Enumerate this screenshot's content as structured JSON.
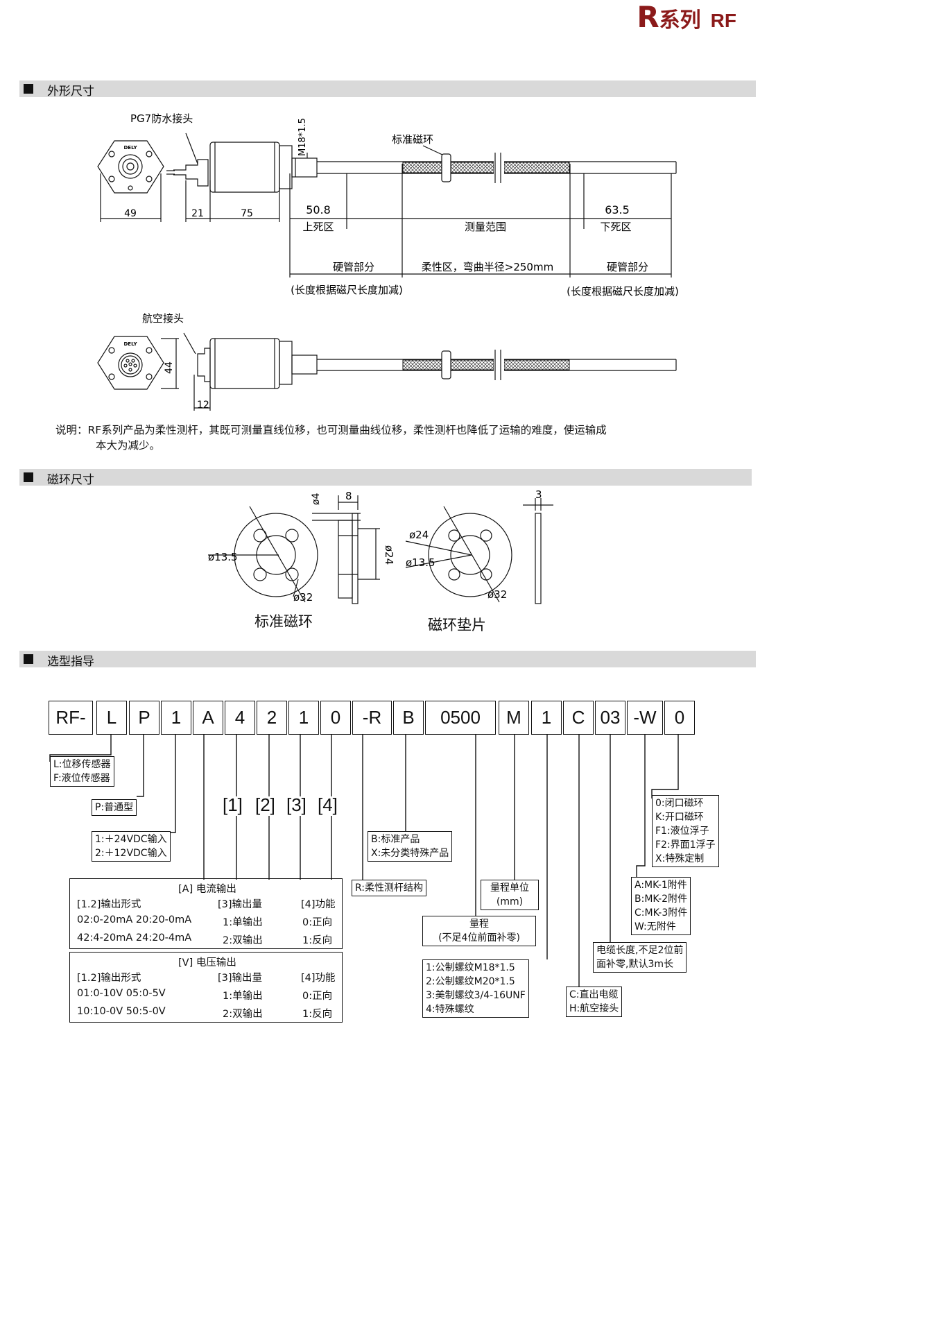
{
  "header": {
    "r": "R",
    "series": "系列",
    "model": "RF"
  },
  "sections": {
    "dims": "外形尺寸",
    "ring": "磁环尺寸",
    "select": "选型指导"
  },
  "drawing1": {
    "connector_label": "PG7防水接头",
    "thread_label": "M18*1.5",
    "std_ring_label": "标准磁环",
    "logo": "DELY",
    "dims": {
      "d49": "49",
      "d21": "21",
      "d75": "75",
      "d508": "50.8",
      "d635": "63.5"
    },
    "zones": {
      "upper": "上死区",
      "measure": "测量范围",
      "lower": "下死区"
    },
    "hard1": "硬管部分",
    "flex": "柔性区，弯曲半径>250mm",
    "hard2": "硬管部分",
    "note1": "(长度根据磁尺长度加减)",
    "note2": "(长度根据磁尺长度加减)"
  },
  "drawing2": {
    "connector_label": "航空接头",
    "d44": "44",
    "d12": "12",
    "logo": "DELY"
  },
  "note": {
    "prefix": "说明：",
    "text": "RF系列产品为柔性测杆，其既可测量直线位移，也可测量曲线位移，柔性测杆也降低了运输的难度，使运输成",
    "text2": "本大为减少。"
  },
  "rings": {
    "std": {
      "title": "标准磁环",
      "d135": "ø13.5",
      "d32": "ø32",
      "d4": "ø4",
      "w8": "8",
      "d24": "ø24"
    },
    "pad": {
      "title": "磁环垫片",
      "d24": "ø24",
      "d135": "ø13.5",
      "d32": "ø32",
      "w3": "3"
    }
  },
  "code": [
    "RF-",
    "L",
    "P",
    "1",
    "A",
    "4",
    "2",
    "1",
    "0",
    "-R",
    "B",
    "0500",
    "M",
    "1",
    "C",
    "03",
    "-W",
    "0"
  ],
  "index_labels": [
    "[1]",
    "[2]",
    "[3]",
    "[4]"
  ],
  "boxes": {
    "type": [
      "L:位移传感器",
      "F:液位传感器"
    ],
    "series": [
      "P:普通型"
    ],
    "power": [
      "1:＋24VDC输入",
      "2:＋12VDC输入"
    ],
    "product": [
      "B:标准产品",
      "X:未分类特殊产品"
    ],
    "structure": [
      "R:柔性测杆结构"
    ],
    "unit": [
      "量程单位",
      "(mm)"
    ],
    "range": [
      "量程",
      "(不足4位前面补零)"
    ],
    "thread": [
      "1:公制螺纹M18*1.5",
      "2:公制螺纹M20*1.5",
      "3:美制螺纹3/4-16UNF",
      "4:特殊螺纹"
    ],
    "conn": [
      "C:直出电缆",
      "H:航空接头"
    ],
    "cable": [
      "电缆长度,不足2位前",
      "面补零,默认3m长"
    ],
    "accessory": [
      "A:MK-1附件",
      "B:MK-2附件",
      "C:MK-3附件",
      "W:无附件"
    ],
    "ring": [
      "0:闭口磁环",
      "K:开口磁环",
      "F1:液位浮子",
      "F2:界面1浮子",
      "X:特殊定制"
    ]
  },
  "output_table": {
    "current": {
      "title": "[A]  电流输出",
      "h1": "[1.2]输出形式",
      "h2": "[3]输出量",
      "h3": "[4]功能",
      "r1c1": "02:0-20mA  20:20-0mA",
      "r1c2": "1:单输出",
      "r1c3": "0:正向",
      "r2c1": "42:4-20mA  24:20-4mA",
      "r2c2": "2:双输出",
      "r2c3": "1:反向"
    },
    "voltage": {
      "title": "[V]  电压输出",
      "h1": "[1.2]输出形式",
      "h2": "[3]输出量",
      "h3": "[4]功能",
      "r1c1": "01:0-10V  05:0-5V",
      "r1c2": "1:单输出",
      "r1c3": "0:正向",
      "r2c1": "10:10-0V  50:5-0V",
      "r2c2": "2:双输出",
      "r2c3": "1:反向"
    }
  }
}
